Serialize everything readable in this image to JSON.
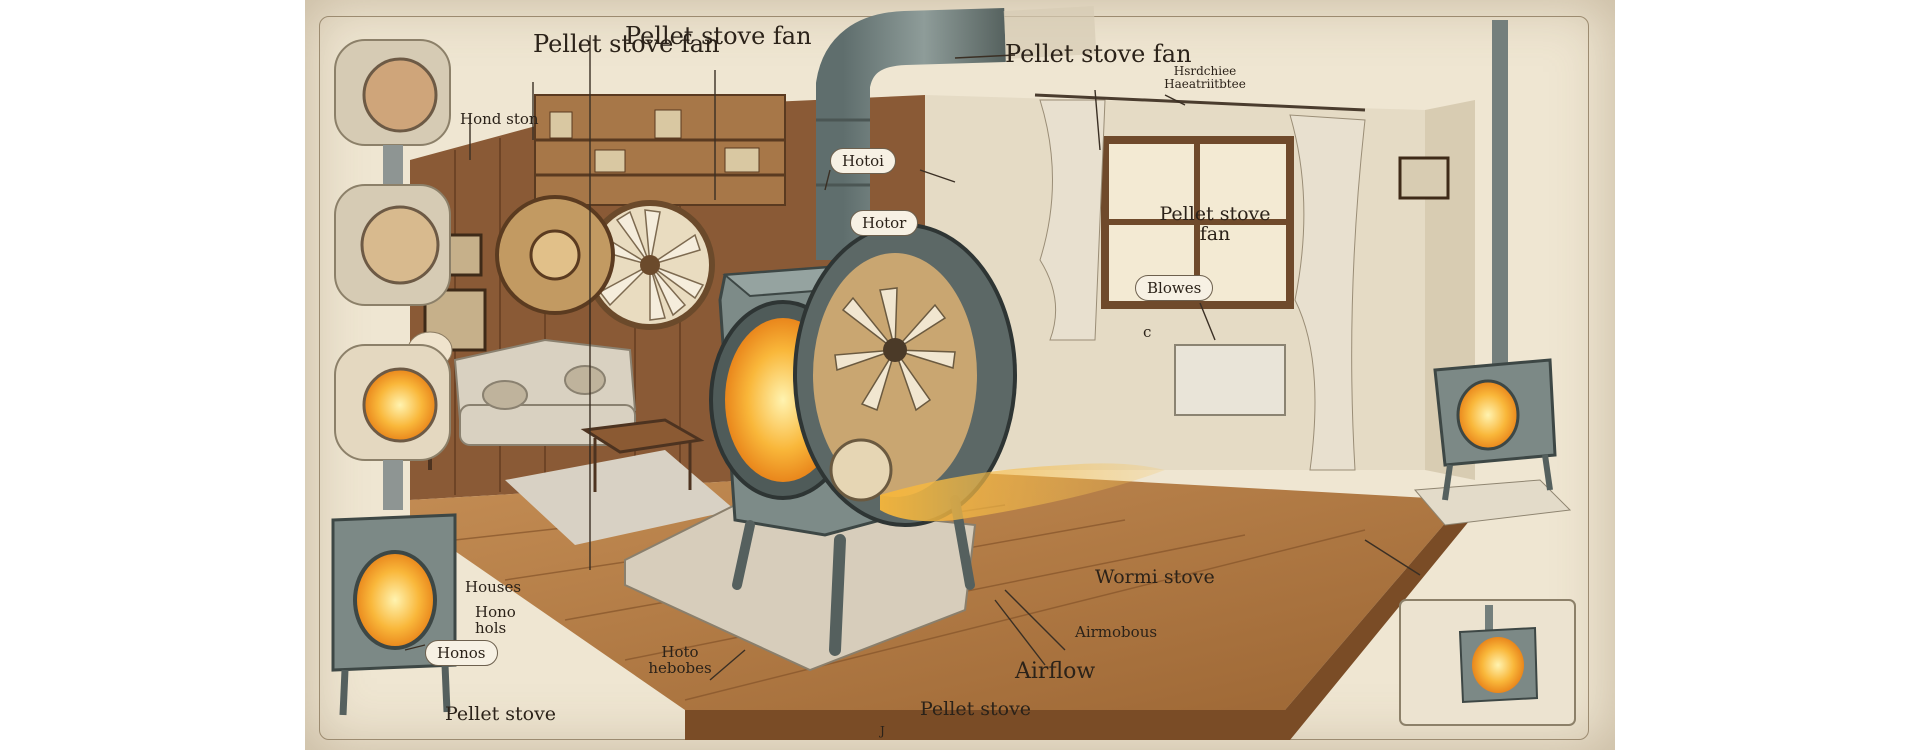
{
  "title_left": "Pellet stove fan",
  "title_center": "Pellet stove fan",
  "label_hond": "Hond ston",
  "label_top_right": "Hsrdchiee Haeatriitbtee",
  "label_right_fan": "Pellet stove fan",
  "pill_hotor": "Hotor",
  "pill_hotoi": "Hotoi",
  "pill_blowes": "Blowes",
  "label_c": "c",
  "label_houses": "Houses",
  "label_hono_hols": "Hono hols",
  "pill_honos": "Honos",
  "label_hoto_hebobes": "Hoto hebobes",
  "label_pellet_left": "Pellet stove",
  "label_pellet_center": "Pellet stove",
  "label_wormi": "Wormi stove",
  "label_airmobous": "Airmobous",
  "label_airflow": "Airflow",
  "label_page": "J",
  "colors": {
    "paper": "#efe6d2",
    "stove": "#6d7c7a",
    "flame": "#f7a21b",
    "wood": "#b27a45"
  }
}
